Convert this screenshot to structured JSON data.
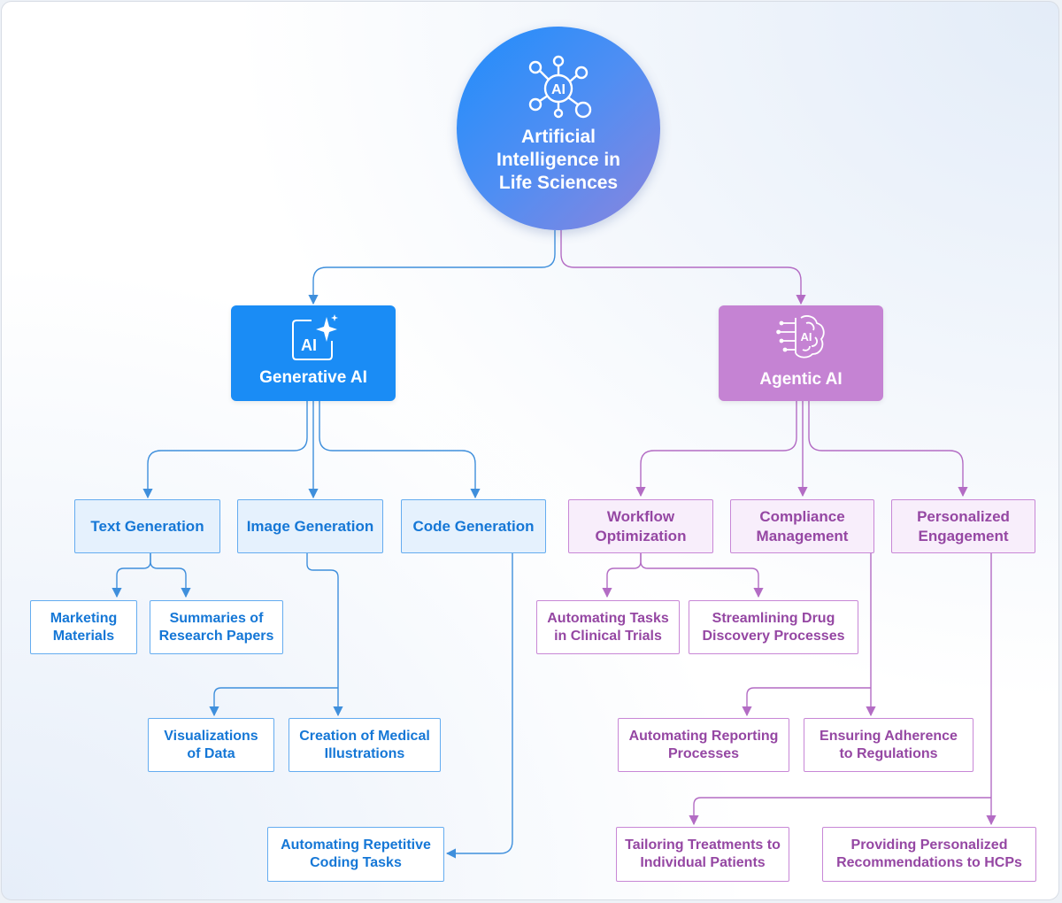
{
  "root": {
    "title": "Artificial\nIntelligence in\nLife Sciences",
    "icon": "ai-network-icon",
    "icon_text": "AI"
  },
  "categories": {
    "generative": {
      "label": "Generative AI",
      "icon": "ai-sparkle-icon",
      "icon_text": "AI",
      "color": "#1a8cf5"
    },
    "agentic": {
      "label": "Agentic AI",
      "icon": "ai-brain-icon",
      "icon_text": "AI",
      "color": "#c583d3"
    }
  },
  "generative": {
    "text_generation": {
      "label": "Text Generation",
      "items": [
        "Marketing\nMaterials",
        "Summaries of\nResearch Papers"
      ]
    },
    "image_generation": {
      "label": "Image Generation",
      "items": [
        "Visualizations\nof Data",
        "Creation of Medical\nIllustrations"
      ]
    },
    "code_generation": {
      "label": "Code Generation",
      "items": [
        "Automating Repetitive\nCoding Tasks"
      ]
    }
  },
  "agentic": {
    "workflow_optimization": {
      "label": "Workflow\nOptimization",
      "items": [
        "Automating Tasks\nin Clinical Trials",
        "Streamlining Drug\nDiscovery Processes"
      ]
    },
    "compliance_management": {
      "label": "Compliance\nManagement",
      "items": [
        "Automating Reporting\nProcesses",
        "Ensuring Adherence\nto Regulations"
      ]
    },
    "personalized_engagement": {
      "label": "Personalized\nEngagement",
      "items": [
        "Tailoring Treatments to\nIndividual Patients",
        "Providing Personalized\nRecommendations to HCPs"
      ]
    }
  },
  "colors": {
    "blue_line": "#3f8fdc",
    "purple_line": "#b36cc4",
    "blue_text": "#1577d6",
    "purple_text": "#9547a3"
  }
}
